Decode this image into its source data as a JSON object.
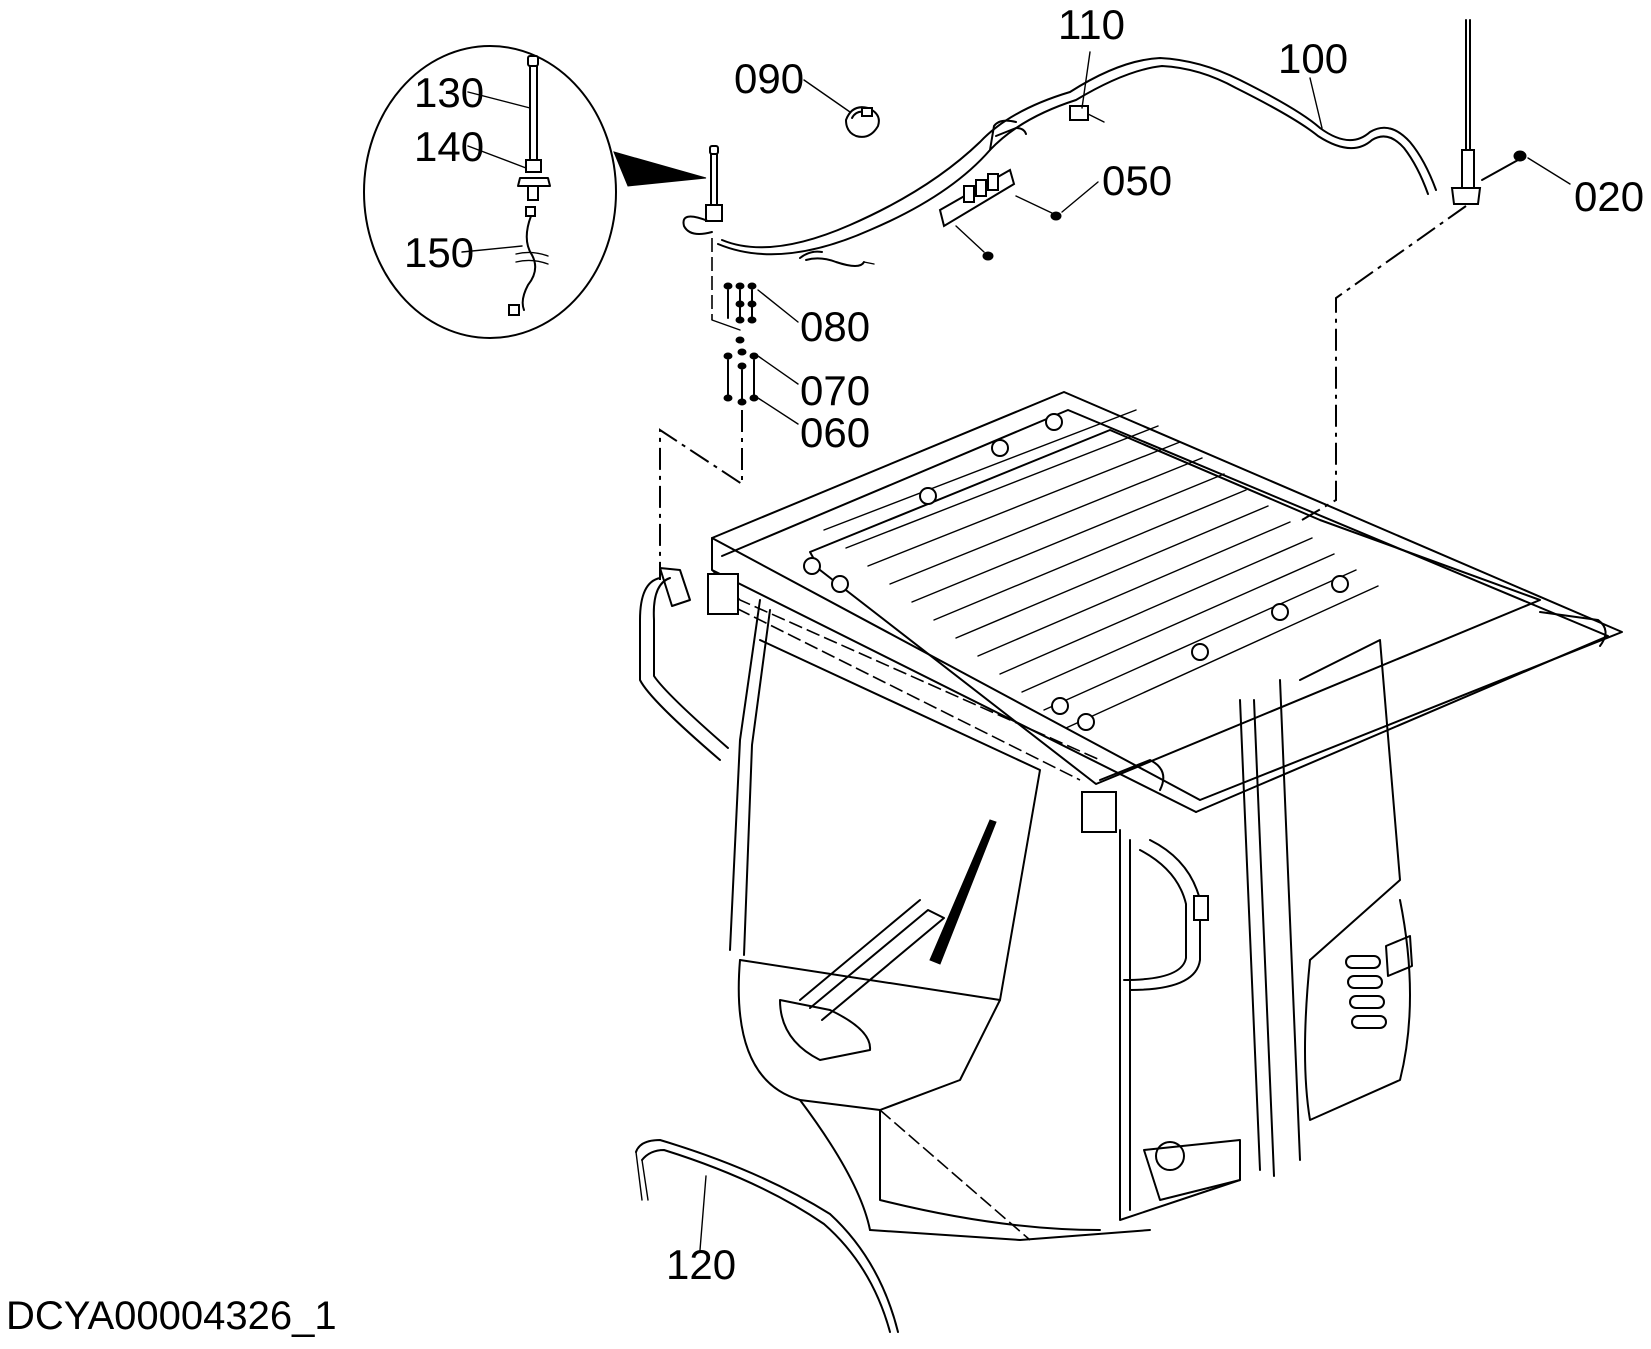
{
  "document_id": "DCYA00004326_1",
  "callouts": [
    {
      "id": "c130",
      "label": "130"
    },
    {
      "id": "c140",
      "label": "140"
    },
    {
      "id": "c150",
      "label": "150"
    },
    {
      "id": "c090",
      "label": "090"
    },
    {
      "id": "c110",
      "label": "110"
    },
    {
      "id": "c100",
      "label": "100"
    },
    {
      "id": "c050",
      "label": "050"
    },
    {
      "id": "c020",
      "label": "020"
    },
    {
      "id": "c080",
      "label": "080"
    },
    {
      "id": "c070",
      "label": "070"
    },
    {
      "id": "c060",
      "label": "060"
    },
    {
      "id": "c120",
      "label": "120"
    }
  ]
}
